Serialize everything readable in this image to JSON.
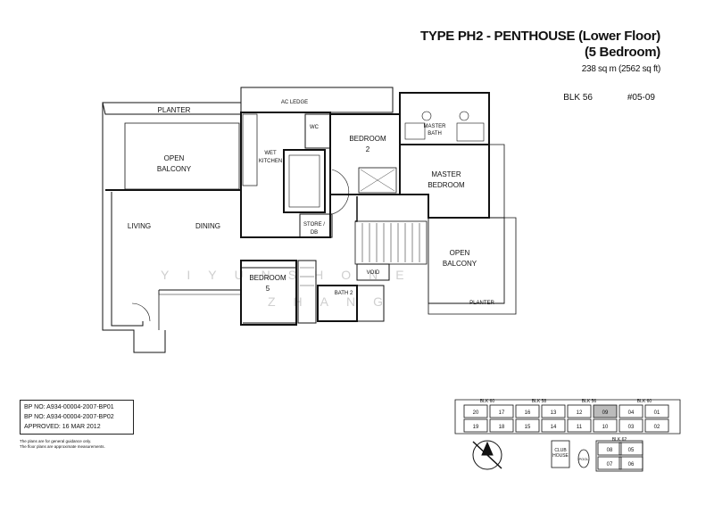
{
  "header": {
    "title": "TYPE PH2 - PENTHOUSE (Lower Floor)",
    "subtitle": "(5 Bedroom)",
    "area": "238 sq m (2562 sq ft)",
    "block": "BLK 56",
    "unit": "#05-09"
  },
  "rooms": {
    "planter_top": "PLANTER",
    "ac_ledge": "AC LEDGE",
    "wc": "WC",
    "bedroom2": "BEDROOM",
    "bedroom2_num": "2",
    "master_bath_1": "MASTER",
    "master_bath_2": "BATH",
    "open_balcony_1": "OPEN",
    "open_balcony_2": "BALCONY",
    "wet_kitchen_1": "WET",
    "wet_kitchen_2": "KITCHEN",
    "master_bedroom_1": "MASTER",
    "master_bedroom_2": "BEDROOM",
    "living": "LIVING",
    "dining": "DINING",
    "store_1": "STORE /",
    "store_2": "DB",
    "bedroom5": "BEDROOM",
    "bedroom5_num": "5",
    "void": "VOID",
    "bath2": "BATH 2",
    "balcony2_1": "OPEN",
    "balcony2_2": "BALCONY",
    "planter_right": "PLANTER"
  },
  "watermark": {
    "line1": "YIYUNSHONE",
    "line2": "ZHANG"
  },
  "approval": {
    "bp1": "BP NO: A934-00004-2007-BP01",
    "bp2": "BP NO: A934-00004-2007-BP02",
    "approved": "APPROVED: 16 MAR 2012"
  },
  "notes": {
    "line1": "The plans are for general guidance only.",
    "line2": "The floor plans are approximate measurements."
  },
  "keyplan": {
    "blk60a": "BLK 60",
    "blk58": "BLK 58",
    "blk56": "BLK 56",
    "blk60b": "BLK 60",
    "blk62": "BLK 62",
    "top_row": [
      "20",
      "17",
      "16",
      "13",
      "12",
      "09",
      "04",
      "01"
    ],
    "bottom_row": [
      "19",
      "18",
      "15",
      "14",
      "11",
      "10",
      "03",
      "02"
    ],
    "lower_block": [
      "08",
      "05",
      "07",
      "06"
    ],
    "clubhouse_1": "CLUB",
    "clubhouse_2": "HOUSE",
    "pool": "POOL",
    "highlight": "09"
  }
}
